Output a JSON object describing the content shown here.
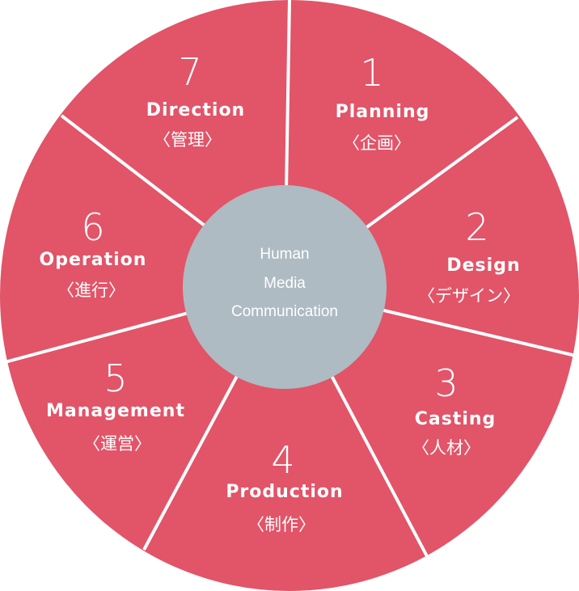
{
  "colors": {
    "segment": "#e25468",
    "center": "#aebbc2",
    "divider": "#ffffff"
  },
  "center": {
    "lines": [
      "Human",
      "Media",
      "Communication"
    ]
  },
  "segments": [
    {
      "number": "1",
      "title": "Planning",
      "subtitle": "〈企画〉"
    },
    {
      "number": "2",
      "title": "Design",
      "subtitle": "〈デザイン〉"
    },
    {
      "number": "3",
      "title": "Casting",
      "subtitle": "〈人材〉"
    },
    {
      "number": "4",
      "title": "Production",
      "subtitle": "〈制作〉"
    },
    {
      "number": "5",
      "title": "Management",
      "subtitle": "〈運営〉"
    },
    {
      "number": "6",
      "title": "Operation",
      "subtitle": "〈進行〉"
    },
    {
      "number": "7",
      "title": "Direction",
      "subtitle": "〈管理〉"
    }
  ]
}
